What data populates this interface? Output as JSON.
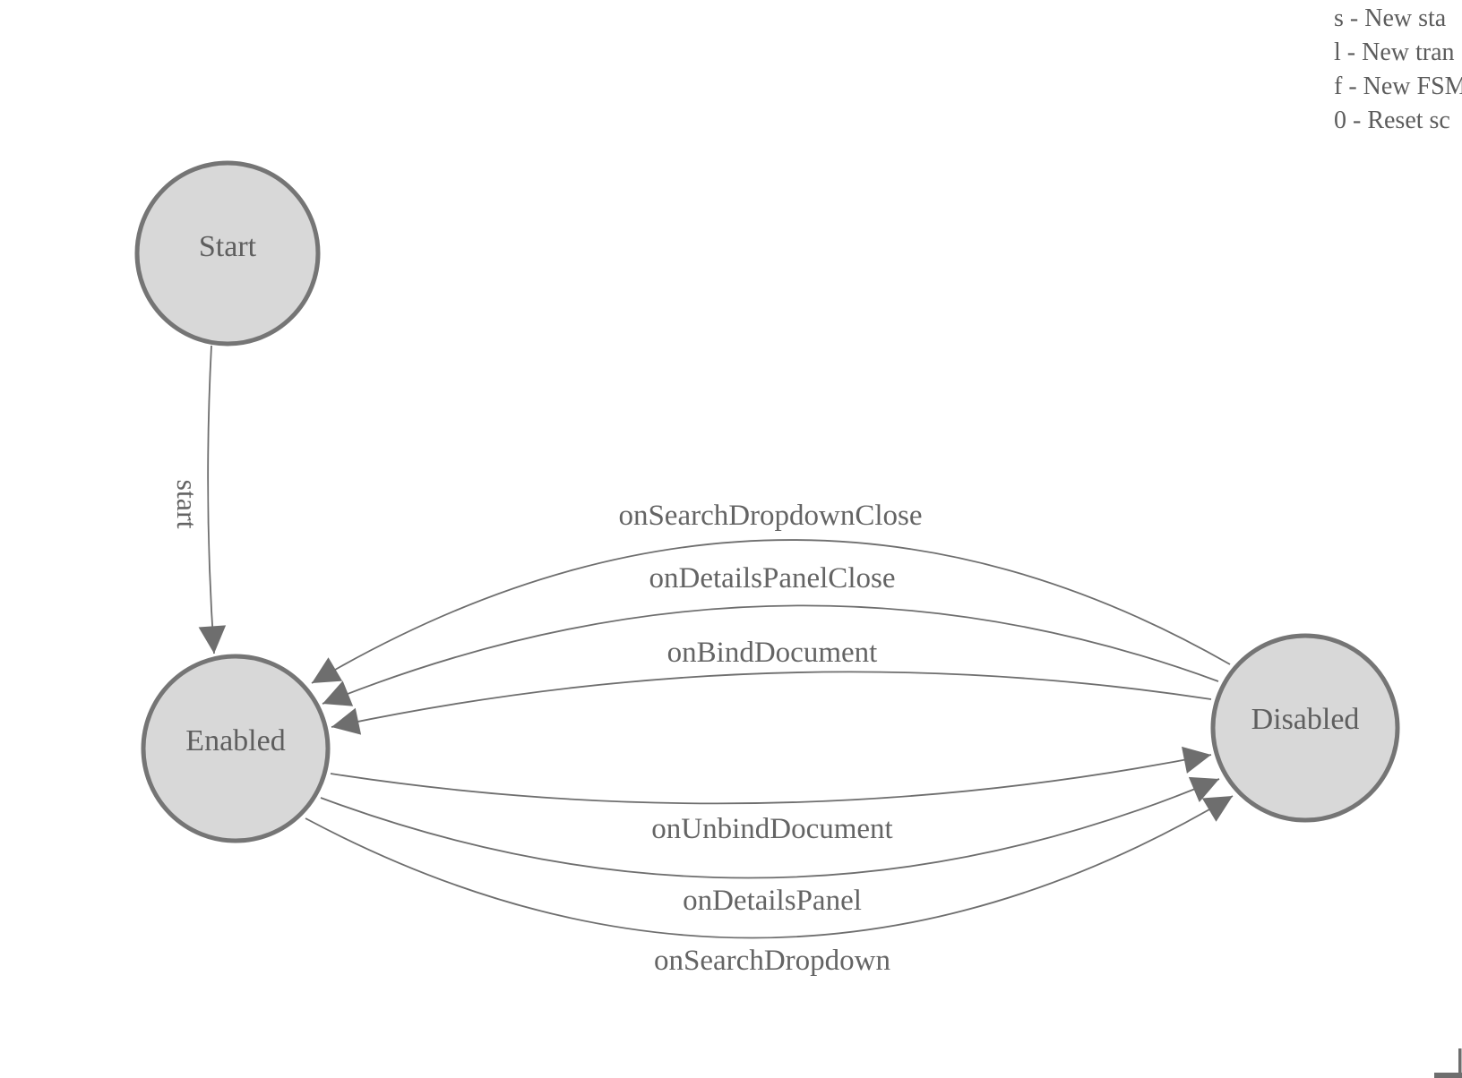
{
  "diagram": {
    "type": "finite-state-machine",
    "nodes": {
      "start": {
        "label": "Start"
      },
      "enabled": {
        "label": "Enabled"
      },
      "disabled": {
        "label": "Disabled"
      }
    },
    "edges": {
      "start": {
        "label": "start",
        "from": "Start",
        "to": "Enabled"
      },
      "disabled_to_enabled": [
        {
          "label": "onSearchDropdownClose",
          "from": "Disabled",
          "to": "Enabled"
        },
        {
          "label": "onDetailsPanelClose",
          "from": "Disabled",
          "to": "Enabled"
        },
        {
          "label": "onBindDocument",
          "from": "Disabled",
          "to": "Enabled"
        }
      ],
      "enabled_to_disabled": [
        {
          "label": "onUnbindDocument",
          "from": "Enabled",
          "to": "Disabled"
        },
        {
          "label": "onDetailsPanel",
          "from": "Enabled",
          "to": "Disabled"
        },
        {
          "label": "onSearchDropdown",
          "from": "Enabled",
          "to": "Disabled"
        }
      ]
    }
  },
  "legend": {
    "items": [
      "s - New sta",
      "l - New tran",
      "f - New FSM",
      "0 - Reset sc"
    ]
  },
  "colors": {
    "node_fill": "#d8d8d8",
    "node_stroke": "#757575",
    "edge_line": "#6e6e6e",
    "arrowhead": "#6e6e6e",
    "text": "#646464",
    "background": "#ffffff"
  }
}
